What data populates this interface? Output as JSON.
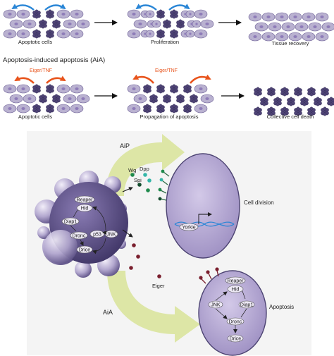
{
  "top_row1": {
    "labels": [
      "Apoptotic cells",
      "Proliferation",
      "Tissue recovery"
    ]
  },
  "heading": "Apoptosis-induced apoptosis (AiA)",
  "top_row2": {
    "signal": "Eiger/TNF",
    "labels": [
      "Apoptotic cells",
      "Propagation of apoptosis",
      "Collective cell death"
    ]
  },
  "bottom": {
    "aip_label": "AiP",
    "aia_label": "AiA",
    "signals": [
      "Wg",
      "Dpp",
      "Spi"
    ],
    "eiger_label": "Eiger",
    "dying_cell_nodes": [
      "Reaper",
      "Hid",
      "Diap1",
      "p53",
      "JNK",
      "Dronc",
      "Drice"
    ],
    "upper_cell": {
      "yorkie": "Yorkie",
      "outcome": "Cell division"
    },
    "lower_cell": {
      "nodes": [
        "Reaper",
        "Hid",
        "JNK",
        "Diap1",
        "Dronc",
        "Drice"
      ],
      "outcome": "Apoptosis"
    }
  },
  "colors": {
    "cell": "#b9b1d0",
    "cell_edge": "#6c5f95",
    "dying": "#4f4476",
    "blue_arrow": "#2a86d6",
    "red_arrow": "#e8541c",
    "nucleus": "#8e7cb8",
    "panel": "#f4f4f4",
    "green_arrow": "#dde6a6",
    "maroon": "#7a1f2e"
  }
}
